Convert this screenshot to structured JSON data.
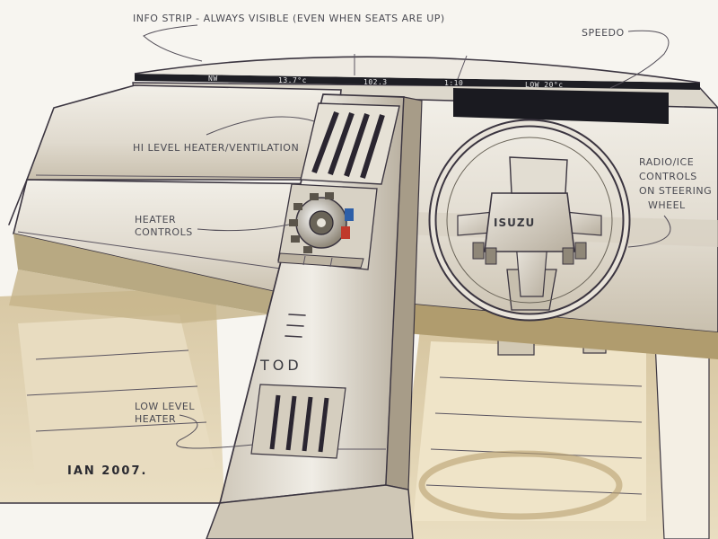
{
  "annotations": {
    "info_strip": "INFO STRIP - ALWAYS VISIBLE (EVEN WHEN SEATS ARE UP)",
    "speedo": "SPEEDO",
    "hi_level": "HI LEVEL HEATER/VENTILATION",
    "heater_controls_1": "HEATER",
    "heater_controls_2": "CONTROLS",
    "radio_1": "RADIO/ICE",
    "radio_2": "CONTROLS",
    "radio_3": "ON STEERING",
    "radio_4": "WHEEL",
    "low_level_1": "LOW LEVEL",
    "low_level_2": "HEATER"
  },
  "info_strip_display": {
    "heading": "NW",
    "temp": "13.7°c",
    "odo": "102.3",
    "clock": "1:10",
    "fuel": "LOW 20°c"
  },
  "steering_wheel_logo": "ISUZU",
  "console_label": "TOD",
  "signature": "IAN 2007.",
  "colors": {
    "paper": "#f7f5f0",
    "body_panel": "#e9e4d8",
    "shadow": "#8a7a5a",
    "tan": "#d6c49a",
    "ink": "#3b3540",
    "hot": "#c0392b",
    "cold": "#2d5fa8"
  }
}
